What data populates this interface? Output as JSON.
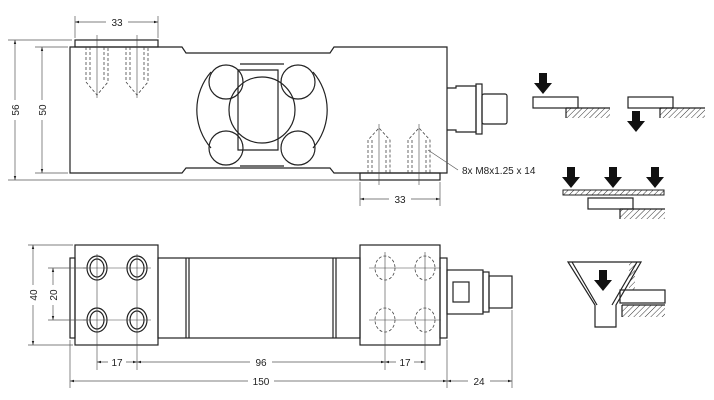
{
  "drawing": {
    "front_view": {
      "dim_top_hole_spacing": "33",
      "dim_bottom_hole_spacing": "33",
      "dim_total_height": "56",
      "dim_body_height": "50",
      "thread_note": "8x M8x1.25 x 14"
    },
    "top_view": {
      "dim_width": "40",
      "dim_hole_spacing_vertical": "20",
      "dim_left_hole_spacing": "17",
      "dim_center_spacing": "96",
      "dim_right_hole_spacing": "17",
      "dim_total_length": "150",
      "dim_connector_length": "24"
    },
    "load_diagrams": [
      "load-from-top",
      "load-from-bottom",
      "distributed-load-platform",
      "hopper-load"
    ]
  }
}
